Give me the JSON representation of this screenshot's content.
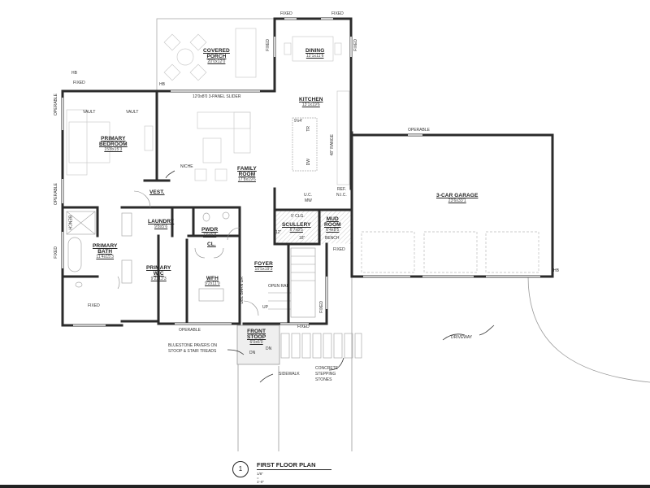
{
  "drawing": {
    "title": "FIRST FLOOR PLAN",
    "scale": "1/8\" = 1'-0\"",
    "sheet_number": "1"
  },
  "rooms": {
    "covered_porch": {
      "name": "COVERED PORCH",
      "name_l1": "COVERED",
      "name_l2": "PORCH",
      "dim": "20'0x12'0"
    },
    "dining": {
      "name": "DINING",
      "dim": "12'1x11'6"
    },
    "kitchen": {
      "name": "KITCHEN",
      "dim": "13'1x19'6"
    },
    "primary_bedroom": {
      "name": "PRIMARY BEDROOM",
      "name_l1": "PRIMARY",
      "name_l2": "BEDROOM",
      "dim": "15'8x15'3"
    },
    "family_room": {
      "name": "FAMILY ROOM",
      "name_l1": "FAMILY",
      "name_l2": "ROOM",
      "dim": "17'8x19'6"
    },
    "vestibule": {
      "name": "VEST."
    },
    "laundry": {
      "name": "LAUNDRY",
      "dim": "9'8x5'6"
    },
    "powder": {
      "name": "PWDR",
      "dim": "7'6x5'8"
    },
    "closet": {
      "name": "CL."
    },
    "primary_bath": {
      "name": "PRIMARY BATH",
      "name_l1": "PRIMARY",
      "name_l2": "BATH",
      "dim": "11'4x15'3"
    },
    "primary_wic": {
      "name": "PRIMARY WIC",
      "name_l1": "PRIMARY",
      "name_l2": "WIC",
      "dim": "9'2x13'3"
    },
    "wfh": {
      "name": "WFH",
      "dim": "9'2x11'0"
    },
    "foyer": {
      "name": "FOYER",
      "dim": "10'5x19'3"
    },
    "scullery": {
      "name": "SCULLERY",
      "dim": "6'7x8'5"
    },
    "mud_room": {
      "name": "MUD ROOM",
      "name_l1": "MUD",
      "name_l2": "ROOM",
      "dim": "6'4x8'5"
    },
    "garage": {
      "name": "3-CAR GARAGE",
      "dim": "23'6x33'1"
    },
    "front_stoop": {
      "name": "FRONT STOOP",
      "name_l1": "FRONT",
      "name_l2": "STOOP",
      "dim": "6'0x6'0"
    }
  },
  "annotations": {
    "fixed": "FIXED",
    "operable": "OPERABLE",
    "hb": "HB",
    "vault": "VAULT",
    "slider": "12'0x8'0 3-PANEL SLIDER",
    "niche": "NICHE",
    "island": "9'x4'",
    "tr": "TR",
    "dw": "DW",
    "range": "48\" RANGE",
    "ref": "REF.",
    "nic": "N.I.C.",
    "uc": "U.C.",
    "mw": "MW",
    "clg": "9' CLG.",
    "bench": "BENCH",
    "dim_12": "12\"",
    "dim_18": "18\"",
    "barn_dr": "DBL BARN DR",
    "open_rail": "OPEN RAIL",
    "up": "UP",
    "dn": "DN",
    "bluestone_l1": "BLUESTONE PAVERS ON",
    "bluestone_l2": "STOOP & STAIR TREADS",
    "sidewalk": "SIDEWALK",
    "stepping_l1": "CONCRETE",
    "stepping_l2": "STEPPING",
    "stepping_l3": "STONES",
    "driveway": "DRIVEWAY"
  },
  "colors": {
    "wall": "#2b2b2b",
    "furniture": "#c8c8c8",
    "hatch": "#9a9a9a",
    "text": "#222222"
  }
}
